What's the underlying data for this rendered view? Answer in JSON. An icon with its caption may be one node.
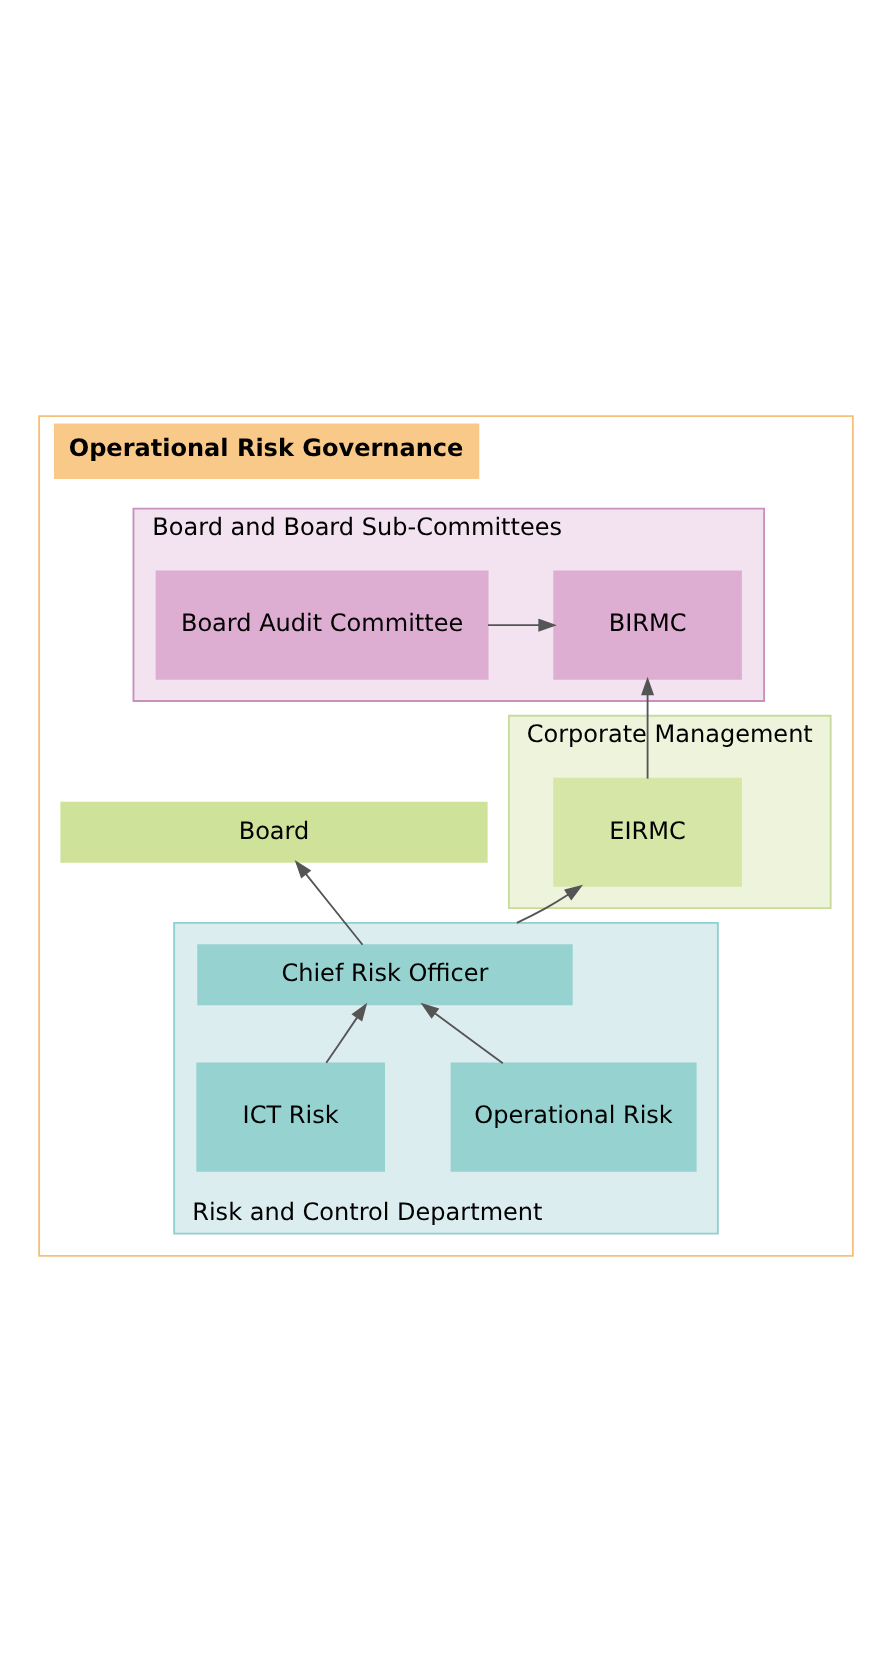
{
  "diagram": {
    "nodes": [
      {
        "text": [
          "Operational Risk Governance"
        ]
      },
      {
        "text": [
          "Board"
        ],
        "in": 0
      },
      {
        "text": [
          "Board and Board Sub-Committees"
        ],
        "in": 0
      },
      {
        "text": [
          "BIRMC"
        ],
        "in": 2
      },
      {
        "text": [
          "Board Audit Committee"
        ],
        "in": 2
      },
      {
        "text": [
          "Corporate Management"
        ],
        "in": 0
      },
      {
        "text": [
          "EIRMC"
        ],
        "in": 5
      },
      {
        "text": [
          "Risk and Control Department"
        ],
        "in": 0
      },
      {
        "text": [
          "Chief Risk Officer"
        ],
        "in": 7
      },
      {
        "text": [
          "Operational Risk"
        ],
        "in": 7
      },
      {
        "text": [
          "ICT Risk"
        ],
        "in": 7
      }
    ],
    "edges": [
      {
        "from": 4,
        "to": 3,
        "arrow": "to"
      },
      {
        "from": 6,
        "to": 3,
        "arrow": "to"
      },
      {
        "from": 7,
        "to": 6,
        "arrow": "to"
      },
      {
        "from": 8,
        "to": 1,
        "arrow": "to"
      },
      {
        "from": 9,
        "to": 8,
        "arrow": "to"
      },
      {
        "from": 10,
        "to": 8,
        "arrow": "to"
      }
    ]
  }
}
